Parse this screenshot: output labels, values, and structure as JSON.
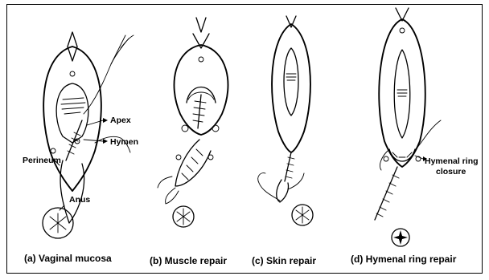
{
  "panels": [
    {
      "id": "a",
      "caption": "(a) Vaginal mucosa"
    },
    {
      "id": "b",
      "caption": "(b) Muscle repair"
    },
    {
      "id": "c",
      "caption": "(c) Skin repair"
    },
    {
      "id": "d",
      "caption": "(d) Hymenal ring repair"
    }
  ],
  "annotations": {
    "apex": "Apex",
    "hymen": "Hymen",
    "perineum": "Perineum",
    "anus": "Anus",
    "hymenal_ring_line1": "Hymenal ring",
    "hymenal_ring_line2": "closure"
  }
}
